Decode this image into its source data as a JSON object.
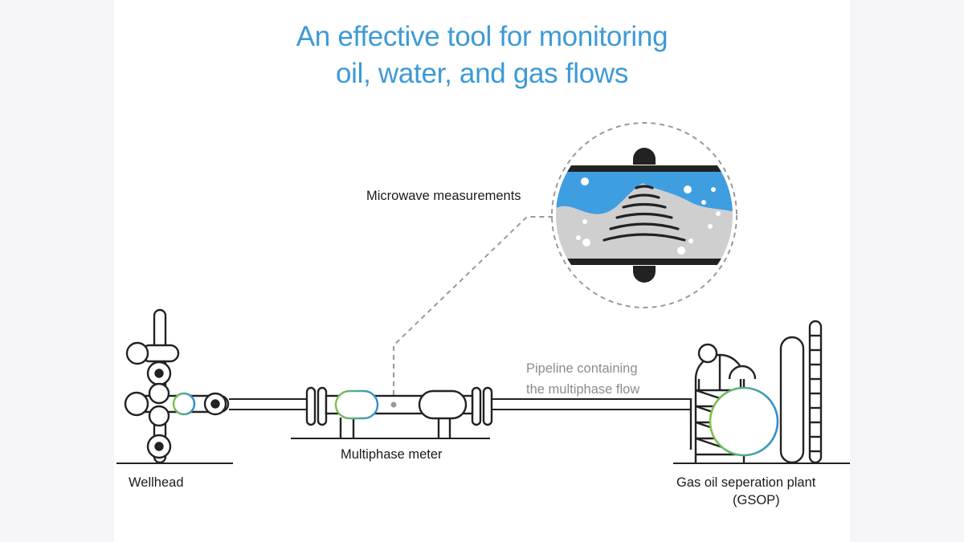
{
  "title": {
    "line1": "An effective tool for monitoring",
    "line2": "oil, water, and gas flows"
  },
  "labels": {
    "microwave": "Microwave measurements",
    "pipeline_line1": "Pipeline containing",
    "pipeline_line2": "the multiphase flow",
    "meter": "Multiphase meter",
    "wellhead": "Wellhead",
    "gsop_line1": "Gas oil seperation plant",
    "gsop_line2": "(GSOP)"
  },
  "colors": {
    "title": "#3d9ad6",
    "water": "#3f9ee0",
    "oil": "#cfcfcf",
    "accent_green": "#7ec24a",
    "accent_blue": "#2f8fd0",
    "outline": "#222222"
  }
}
